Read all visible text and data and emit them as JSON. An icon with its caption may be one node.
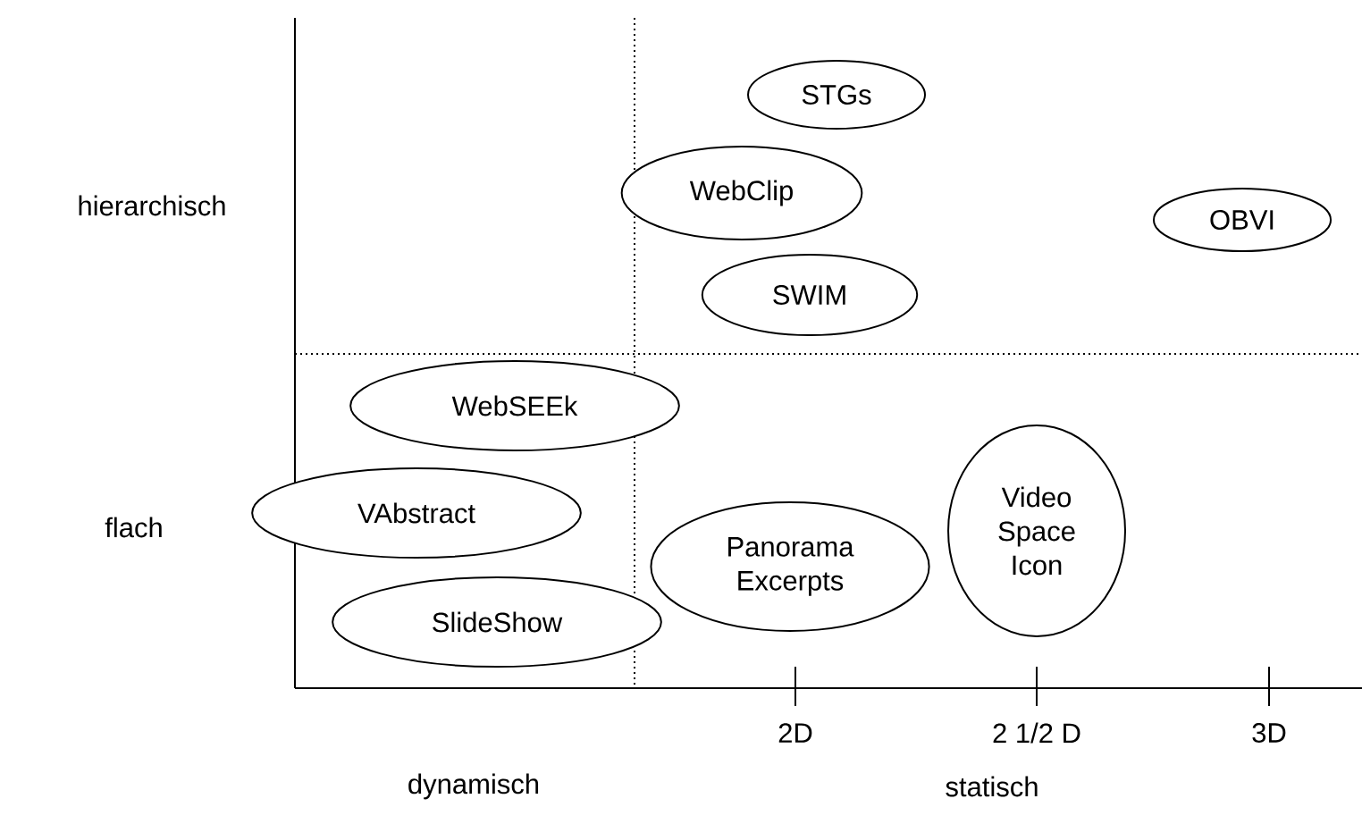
{
  "diagram": {
    "nodes": [
      {
        "text": [
          "STGs"
        ]
      },
      {
        "text": [
          "WebClip"
        ]
      },
      {
        "text": [
          "SWIM"
        ]
      },
      {
        "text": [
          "OBVI"
        ]
      },
      {
        "text": [
          "WebSEEk"
        ]
      },
      {
        "text": [
          "VAbstract"
        ]
      },
      {
        "text": [
          "SlideShow"
        ]
      },
      {
        "text": [
          "Panorama Excerpts"
        ]
      },
      {
        "text": [
          "Video Space Icon"
        ]
      }
    ],
    "labels": [
      "hierarchisch",
      "flach",
      "2D",
      "2 1/2 D",
      "3D",
      "dynamisch",
      "statisch"
    ]
  }
}
